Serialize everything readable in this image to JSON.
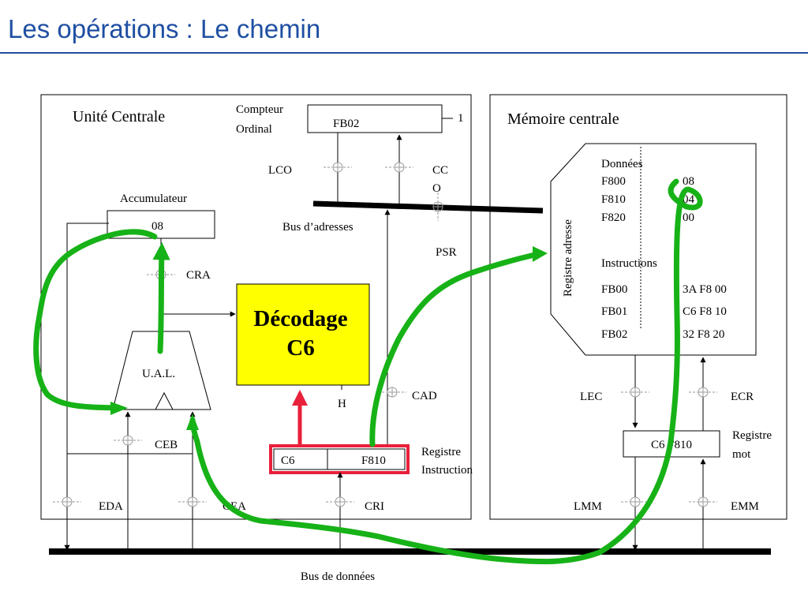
{
  "title": "Les opérations : Le chemin",
  "cpu": {
    "label": "Unité Centrale",
    "co_label_line1": "Compteur",
    "co_label_line2": "Ordinal",
    "co_value": "FB02",
    "increment": "1",
    "lco": "LCO",
    "cco_line1": "CC",
    "cco_line2": "O",
    "psr": "PSR",
    "accumulator_label": "Accumulateur",
    "accumulator_value": "08",
    "cra": "CRA",
    "decoder_line1": "Décodage",
    "decoder_line2": "C6",
    "ual": "U.A.L.",
    "ceb": "CEB",
    "h": "H",
    "cad": "CAD",
    "ri_opcode": "C6",
    "ri_address": "F810",
    "ri_label_line1": "Registre",
    "ri_label_line2": "Instruction",
    "eda": "EDA",
    "cea": "CEA",
    "cri": "CRI",
    "address_bus": "Bus d’adresses"
  },
  "memory": {
    "label": "Mémoire centrale",
    "address_register": "Registre adresse",
    "data_heading": "Données",
    "data_rows": [
      {
        "addr": "F800",
        "val": "08"
      },
      {
        "addr": "F810",
        "val": "04"
      },
      {
        "addr": "F820",
        "val": "00"
      }
    ],
    "instr_heading": "Instructions",
    "instr_rows": [
      {
        "addr": "FB00",
        "val": "3A F8 00"
      },
      {
        "addr": "FB01",
        "val": "C6 F8 10"
      },
      {
        "addr": "FB02",
        "val": "32 F8 20"
      }
    ],
    "lec": "LEC",
    "ecr": "ECR",
    "word_register_value": "C6 F810",
    "word_register_label_line1": "Registre",
    "word_register_label_line2": "mot",
    "lmm": "LMM",
    "emm": "EMM"
  },
  "data_bus": "Bus de données",
  "colors": {
    "title": "#1f4fa3",
    "decoder_fill": "#ffff00",
    "highlight_red": "#e8203a",
    "path_green": "#17b217",
    "switch_gray": "#9a9a9a"
  }
}
